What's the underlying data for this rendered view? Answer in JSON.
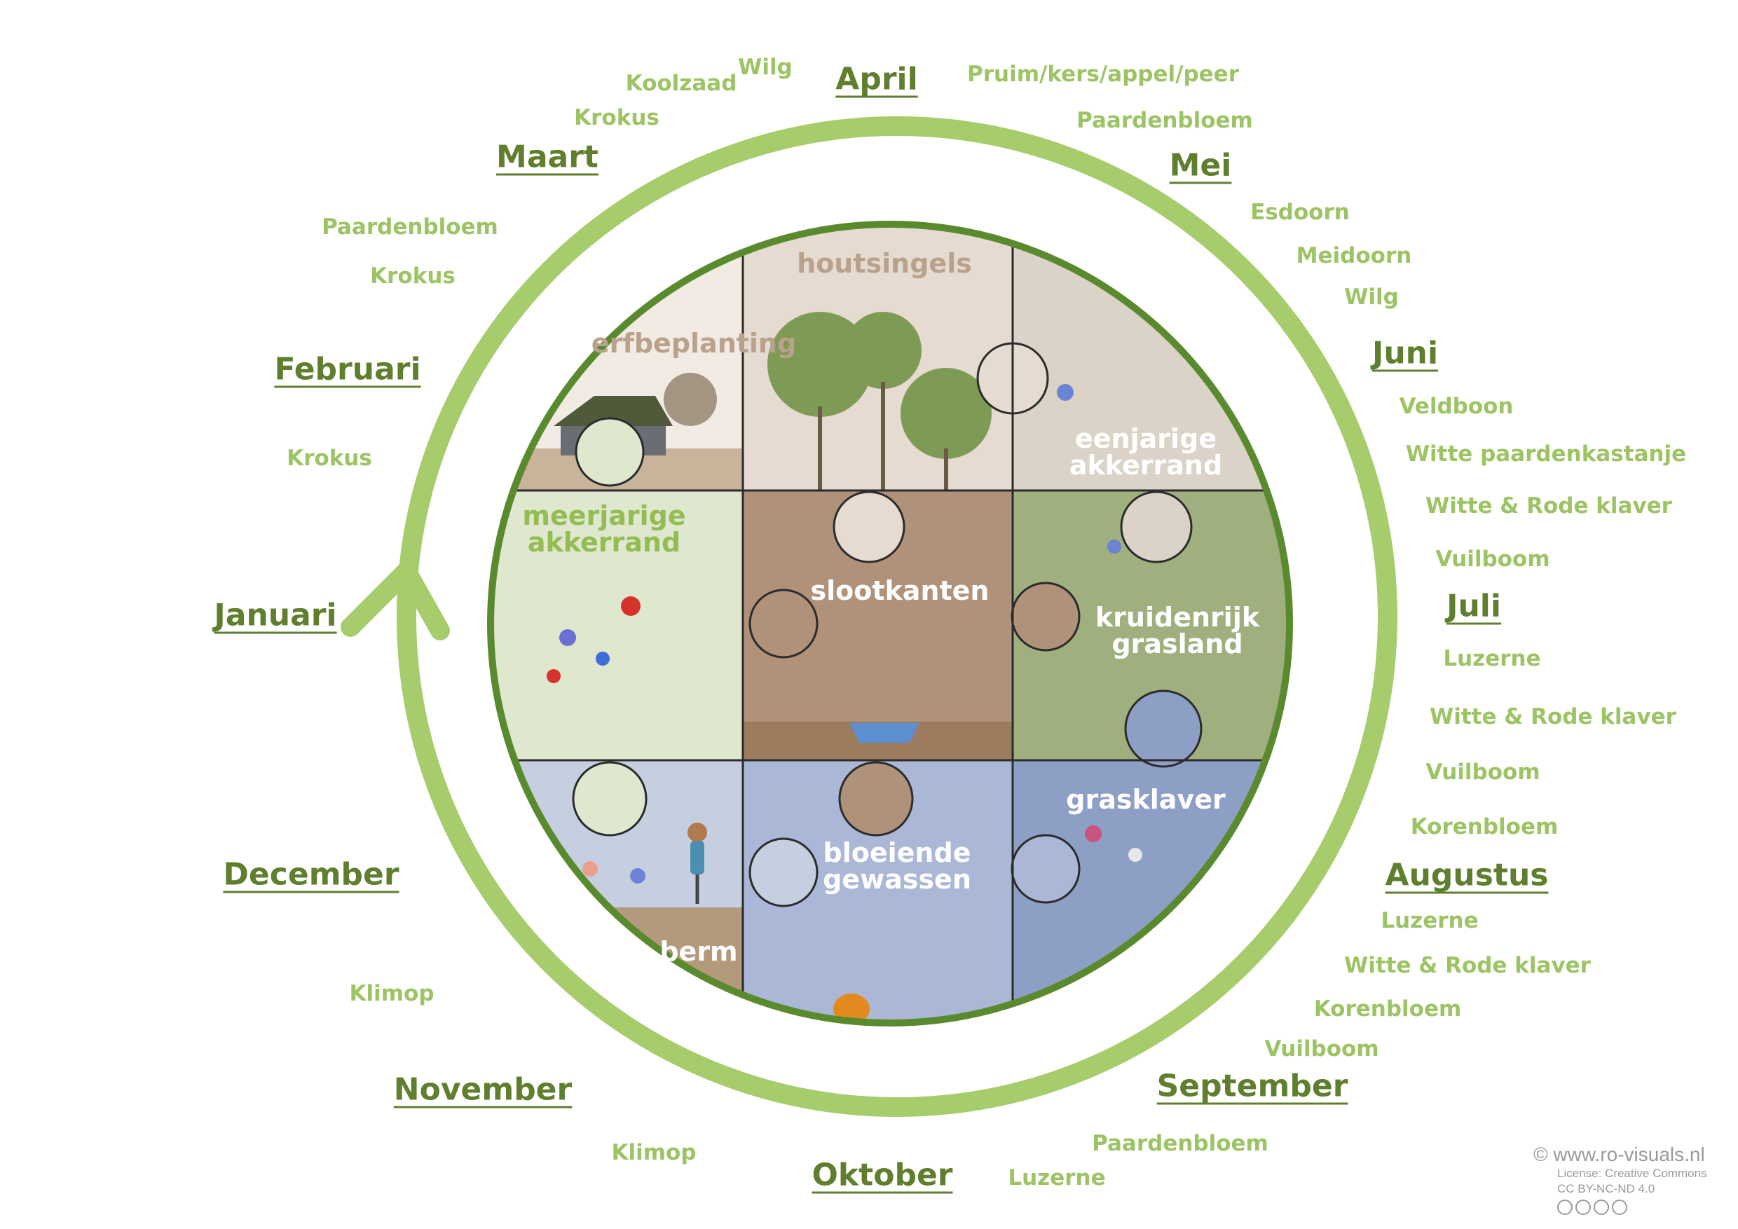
{
  "months": {
    "januari": "Januari",
    "februari": "Februari",
    "maart": "Maart",
    "april": "April",
    "mei": "Mei",
    "juni": "Juni",
    "juli": "Juli",
    "augustus": "Augustus",
    "september": "September",
    "oktober": "Oktober",
    "november": "November",
    "december": "December"
  },
  "plants": {
    "februari": [
      "Krokus"
    ],
    "maart": [
      "Paardenbloem",
      "Krokus"
    ],
    "april_left": [
      "Koolzaad",
      "Wilg",
      "Krokus"
    ],
    "april_right": [
      "Pruim/kers/appel/peer",
      "Paardenbloem"
    ],
    "mei": [
      "Esdoorn",
      "Meidoorn",
      "Wilg"
    ],
    "juni": [
      "Veldboon",
      "Witte paardenkastanje",
      "Witte & Rode klaver",
      "Vuilboom"
    ],
    "juli": [
      "Luzerne",
      "Witte & Rode klaver",
      "Vuilboom",
      "Korenbloem"
    ],
    "augustus": [
      "Luzerne",
      "Witte & Rode klaver",
      "Korenbloem",
      "Vuilboom"
    ],
    "september": [
      "Paardenbloem",
      "Luzerne"
    ],
    "oktober": [
      "Klimop"
    ],
    "november": [
      "Klimop"
    ]
  },
  "puzzle_pieces": {
    "houtsingels": [
      "houtsingels"
    ],
    "erfbeplanting": [
      "erfbeplanting"
    ],
    "eenjarige_akkerrand": [
      "eenjarige",
      "akkerrand"
    ],
    "meerjarige_akkerrand": [
      "meerjarige",
      "akkerrand"
    ],
    "slootkanten": [
      "slootkanten"
    ],
    "kruidenrijk_grasland": [
      "kruidenrijk",
      "grasland"
    ],
    "grasklaver": [
      "grasklaver"
    ],
    "bloeiende_gewassen": [
      "bloeiende",
      "gewassen"
    ],
    "berm": [
      "berm"
    ]
  },
  "credit": {
    "site": "© www.ro-visuals.nl",
    "license_line1": "License: Creative Commons",
    "license_line2": "CC BY-NC-ND 4.0"
  },
  "colors": {
    "month_text": "#5f7f2e",
    "plant_text": "#9cc464",
    "cycle_ring": "#a6cc6b",
    "inner_ring": "#5a8a2e"
  }
}
